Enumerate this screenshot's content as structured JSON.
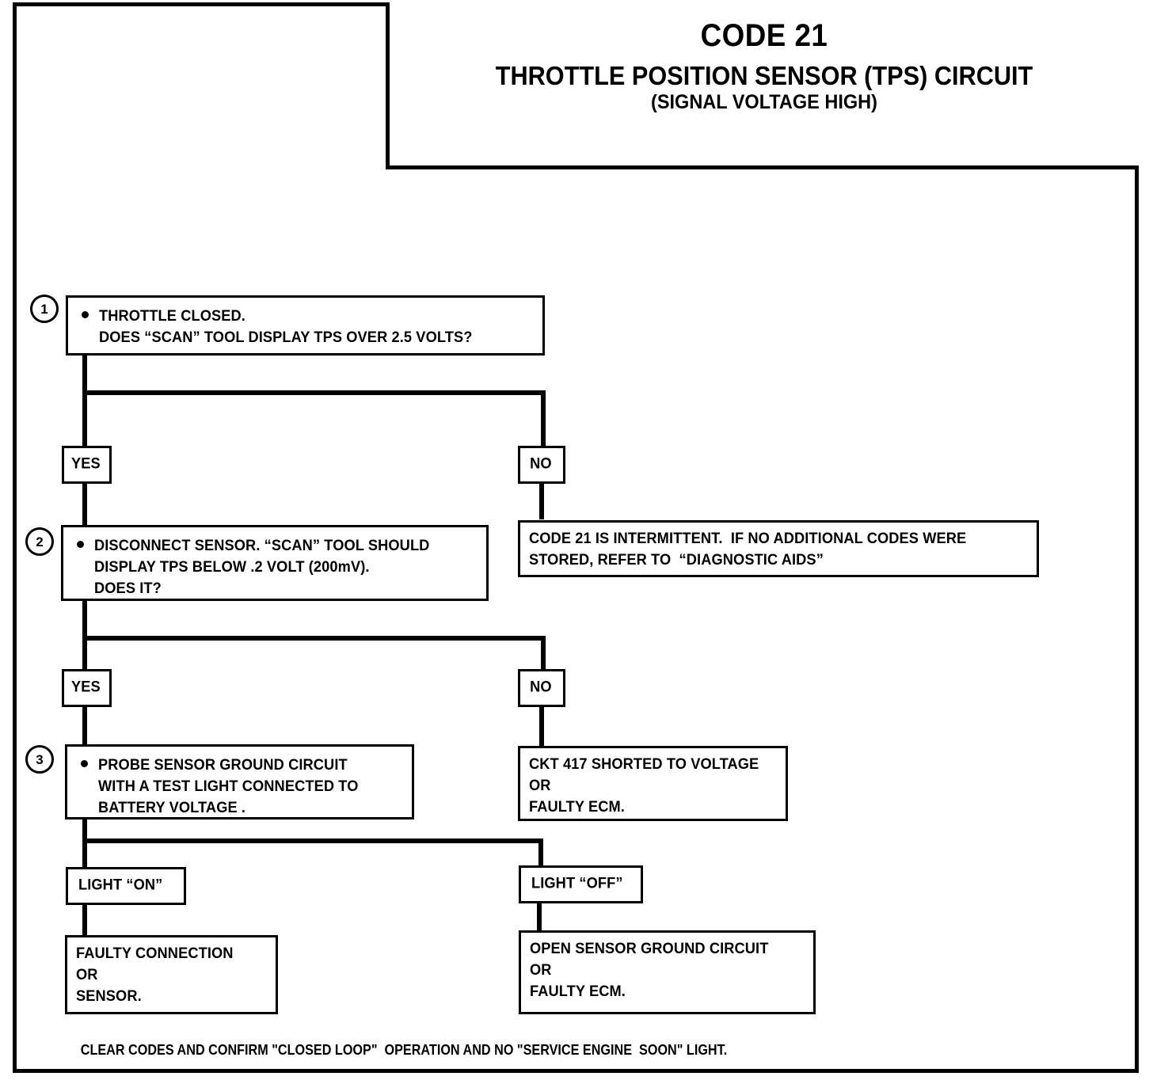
{
  "title": {
    "code": "CODE 21",
    "main": "THROTTLE POSITION SENSOR (TPS) CIRCUIT",
    "sub": "(SIGNAL VOLTAGE HIGH)"
  },
  "steps": [
    {
      "number": "1",
      "text": "THROTTLE CLOSED.\nDOES “SCAN” TOOL DISPLAY TPS OVER 2.5 VOLTS?"
    },
    {
      "number": "2",
      "text": "DISCONNECT SENSOR. “SCAN” TOOL SHOULD\nDISPLAY TPS BELOW .2 VOLT (200mV).\nDOES IT?"
    },
    {
      "number": "3",
      "text": "PROBE SENSOR GROUND CIRCUIT\nWITH A TEST LIGHT CONNECTED TO\nBATTERY VOLTAGE ."
    }
  ],
  "branches": {
    "yes_1": "YES",
    "no_1": "NO",
    "yes_2": "YES",
    "no_2": "NO",
    "light_on": "LIGHT “ON”",
    "light_off": "LIGHT “OFF”"
  },
  "results": {
    "intermittent": "CODE 21 IS INTERMITTENT.  IF NO ADDITIONAL CODES WERE\nSTORED, REFER TO  “DIAGNOSTIC AIDS”",
    "ckt417_shorted": "CKT 417 SHORTED TO VOLTAGE\nOR\nFAULTY ECM.",
    "faulty_connection": "FAULTY CONNECTION\nOR\nSENSOR.",
    "open_ground": "OPEN SENSOR GROUND CIRCUIT\nOR\nFAULTY ECM."
  },
  "footer": {
    "note": "CLEAR CODES AND CONFIRM \"CLOSED LOOP\"  OPERATION AND NO \"SERVICE ENGINE  SOON\" LIGHT."
  },
  "colors": {
    "ink": "#000000",
    "paper": "#ffffff"
  }
}
